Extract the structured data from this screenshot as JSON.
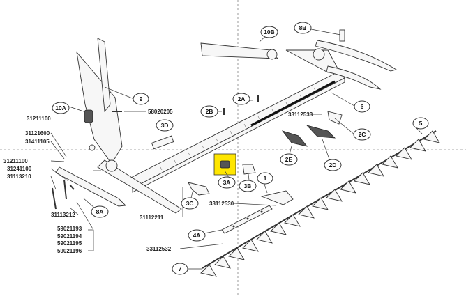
{
  "bubbles": {
    "b10B": "10B",
    "b8B": "8B",
    "b9": "9",
    "b10A": "10A",
    "b2A": "2A",
    "b2B": "2B",
    "b3D": "3D",
    "b6": "6",
    "b5": "5",
    "b2C": "2C",
    "b2E": "2E",
    "b2D": "2D",
    "b1": "1",
    "b3A": "3A",
    "b3B": "3B",
    "b3C": "3C",
    "b8A": "8A",
    "b4A": "4A",
    "b7": "7"
  },
  "part_numbers": {
    "p31211100": "31211100",
    "p58020205": "58020205",
    "p31121600": "31121600",
    "p31411105": "31411105",
    "p31211100b": "31211100",
    "p31241100": "31241100",
    "p31113210": "31113210",
    "p31113212": "31113212",
    "p33112533": "33112533",
    "p33112530": "33112530",
    "p31112211": "31112211",
    "p59021193": "59021193",
    "p59021194": "59021194",
    "p59021195": "59021195",
    "p59021196": "59021196",
    "p33112532": "33112532"
  },
  "colors": {
    "highlight": "#ffe600",
    "line": "#333333"
  }
}
